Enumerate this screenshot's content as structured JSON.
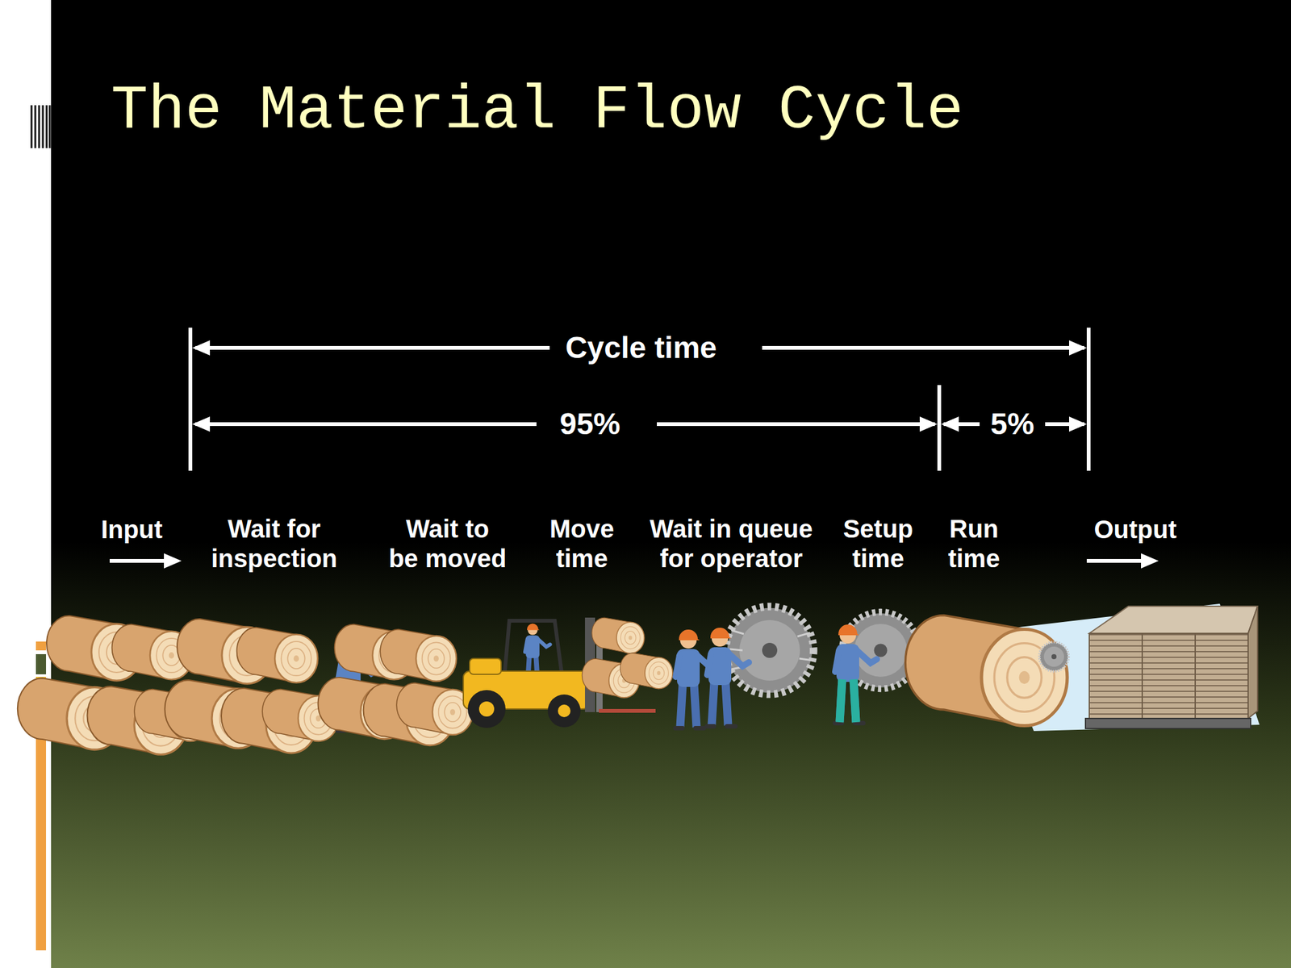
{
  "diagram": {
    "title": "The Material Flow Cycle",
    "labels": [
      "Cycle time",
      "95%",
      "5%",
      "Input",
      "Wait for inspection",
      "Wait to be moved",
      "Move time",
      "Wait in queue for operator",
      "Setup time",
      "Run time",
      "Output"
    ]
  }
}
